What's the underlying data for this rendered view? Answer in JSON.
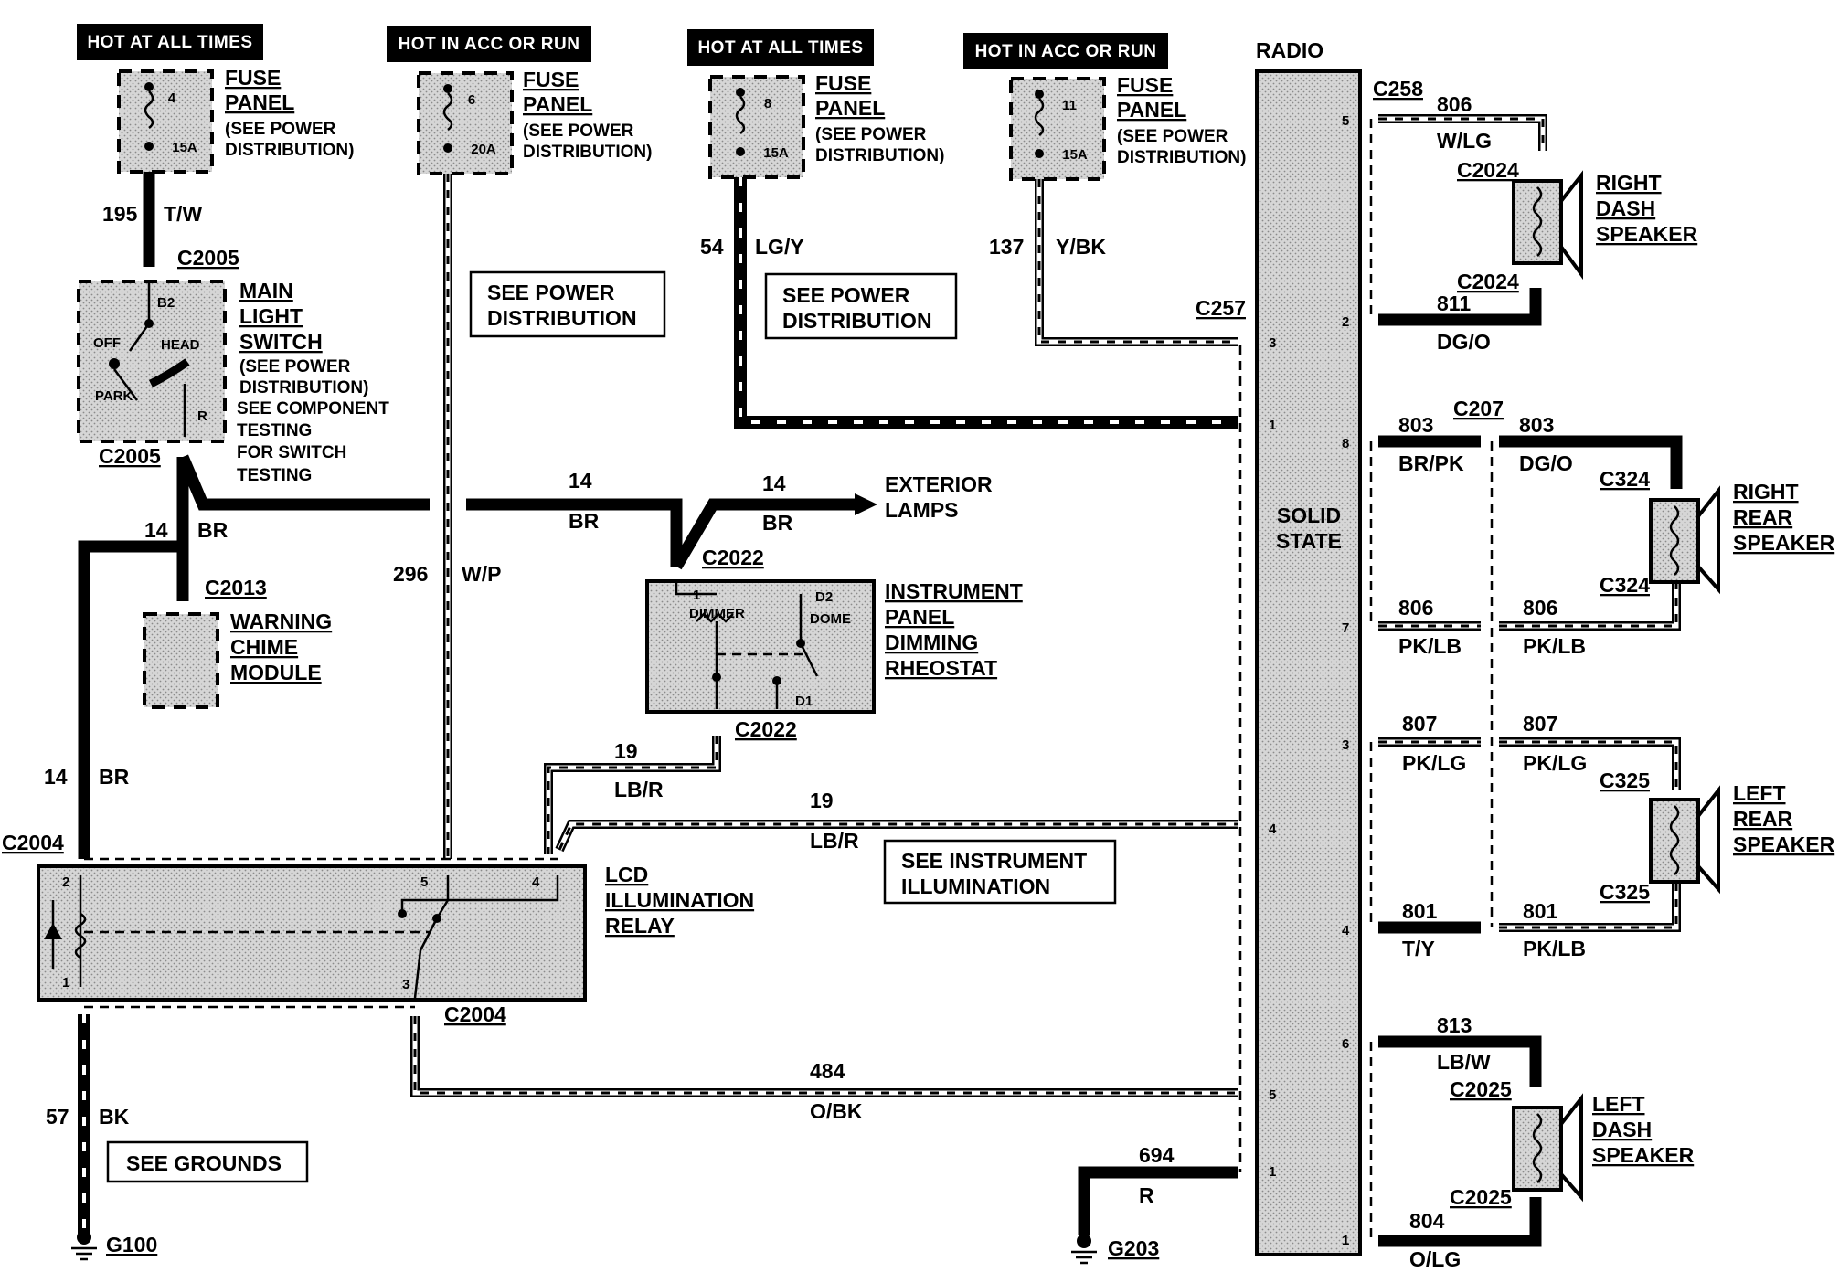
{
  "headers": {
    "h1": "HOT AT ALL TIMES",
    "h2": "HOT IN ACC OR RUN",
    "h3": "HOT AT ALL TIMES",
    "h4": "HOT IN ACC OR RUN"
  },
  "fuses": {
    "f1": {
      "number": "4",
      "amps": "15A"
    },
    "f2": {
      "number": "6",
      "amps": "20A"
    },
    "f3": {
      "number": "8",
      "amps": "15A"
    },
    "f4": {
      "number": "11",
      "amps": "15A"
    },
    "label_fuse": "FUSE",
    "label_panel": "PANEL",
    "label_see_power": "(SEE POWER",
    "label_distribution": "DISTRIBUTION)"
  },
  "radio": {
    "title": "RADIO",
    "solid": "SOLID",
    "state": "STATE",
    "pins_left": [
      "3",
      "1",
      "4",
      "5",
      "1"
    ],
    "pins_right": [
      "5",
      "2",
      "8",
      "7",
      "3",
      "4",
      "6",
      "1"
    ]
  },
  "main_switch": {
    "l1": "MAIN",
    "l2": "LIGHT",
    "l3": "SWITCH",
    "note1": "(SEE POWER",
    "note2": " DISTRIBUTION)",
    "note3": "SEE COMPONENT",
    "note4": "TESTING",
    "note5": "FOR SWITCH",
    "note6": "TESTING",
    "off": "OFF",
    "head": "HEAD",
    "park": "PARK",
    "b2": "B2",
    "r": "R"
  },
  "chime": {
    "l1": "WARNING",
    "l2": "CHIME",
    "l3": "MODULE"
  },
  "rheostat": {
    "l1": "INSTRUMENT",
    "l2": "PANEL",
    "l3": "DIMMING",
    "l4": "RHEOSTAT",
    "pin1": "1",
    "dimmer": "DIMMER",
    "d2": "D2",
    "dome": "DOME",
    "d1": "D1"
  },
  "relay": {
    "l1": "LCD",
    "l2": "ILLUMINATION",
    "l3": "RELAY",
    "p2": "2",
    "p1": "1",
    "p5": "5",
    "p4": "4",
    "p3": "3"
  },
  "notes": {
    "see_power_1": [
      "SEE POWER",
      "DISTRIBUTION"
    ],
    "see_power_2": [
      "SEE POWER",
      "DISTRIBUTION"
    ],
    "see_illum": [
      "SEE INSTRUMENT",
      "ILLUMINATION"
    ],
    "see_grounds": "SEE GROUNDS"
  },
  "exterior": {
    "l1": "EXTERIOR",
    "l2": "LAMPS"
  },
  "speakers": {
    "rd": [
      "RIGHT",
      "DASH",
      "SPEAKER"
    ],
    "rr": [
      "RIGHT",
      "REAR",
      "SPEAKER"
    ],
    "lr": [
      "LEFT",
      "REAR",
      "SPEAKER"
    ],
    "ld": [
      "LEFT",
      "DASH",
      "SPEAKER"
    ]
  },
  "connectors": {
    "c2005a": "C2005",
    "c2005b": "C2005",
    "c2013": "C2013",
    "c2022a": "C2022",
    "c2022b": "C2022",
    "c2004a": "C2004",
    "c2004b": "C2004",
    "c257": "C257",
    "c258": "C258",
    "c2024a": "C2024",
    "c2024b": "C2024",
    "c207": "C207",
    "c324a": "C324",
    "c324b": "C324",
    "c325a": "C325",
    "c325b": "C325",
    "c2025a": "C2025",
    "c2025b": "C2025"
  },
  "wires": {
    "w195": "195",
    "tw": "T/W",
    "w54": "54",
    "lgy": "LG/Y",
    "w137": "137",
    "ybk": "Y/BK",
    "w14a": "14",
    "br_a": "BR",
    "w14b": "14",
    "br_b": "BR",
    "w14c": "14",
    "br_c": "BR",
    "w14d": "14",
    "br_d": "BR",
    "w296": "296",
    "wp": "W/P",
    "w19a": "19",
    "lbr_a": "LB/R",
    "w19b": "19",
    "lbr_b": "LB/R",
    "w484": "484",
    "obk": "O/BK",
    "w57": "57",
    "bk": "BK",
    "w694": "694",
    "r": "R",
    "w806a": "806",
    "wlg": "W/LG",
    "w811": "811",
    "dgo_a": "DG/O",
    "w803a": "803",
    "brpk": "BR/PK",
    "w803b": "803",
    "dgo_b": "DG/O",
    "w806b": "806",
    "pklb_a": "PK/LB",
    "w806c": "806",
    "pklb_b": "PK/LB",
    "w807a": "807",
    "pklg_a": "PK/LG",
    "w807b": "807",
    "pklg_b": "PK/LG",
    "w801a": "801",
    "ty": "T/Y",
    "w801b": "801",
    "pklb_c": "PK/LB",
    "w813": "813",
    "lbw": "LB/W",
    "w804": "804",
    "olg": "O/LG"
  },
  "grounds": {
    "g100": "G100",
    "g203": "G203"
  }
}
